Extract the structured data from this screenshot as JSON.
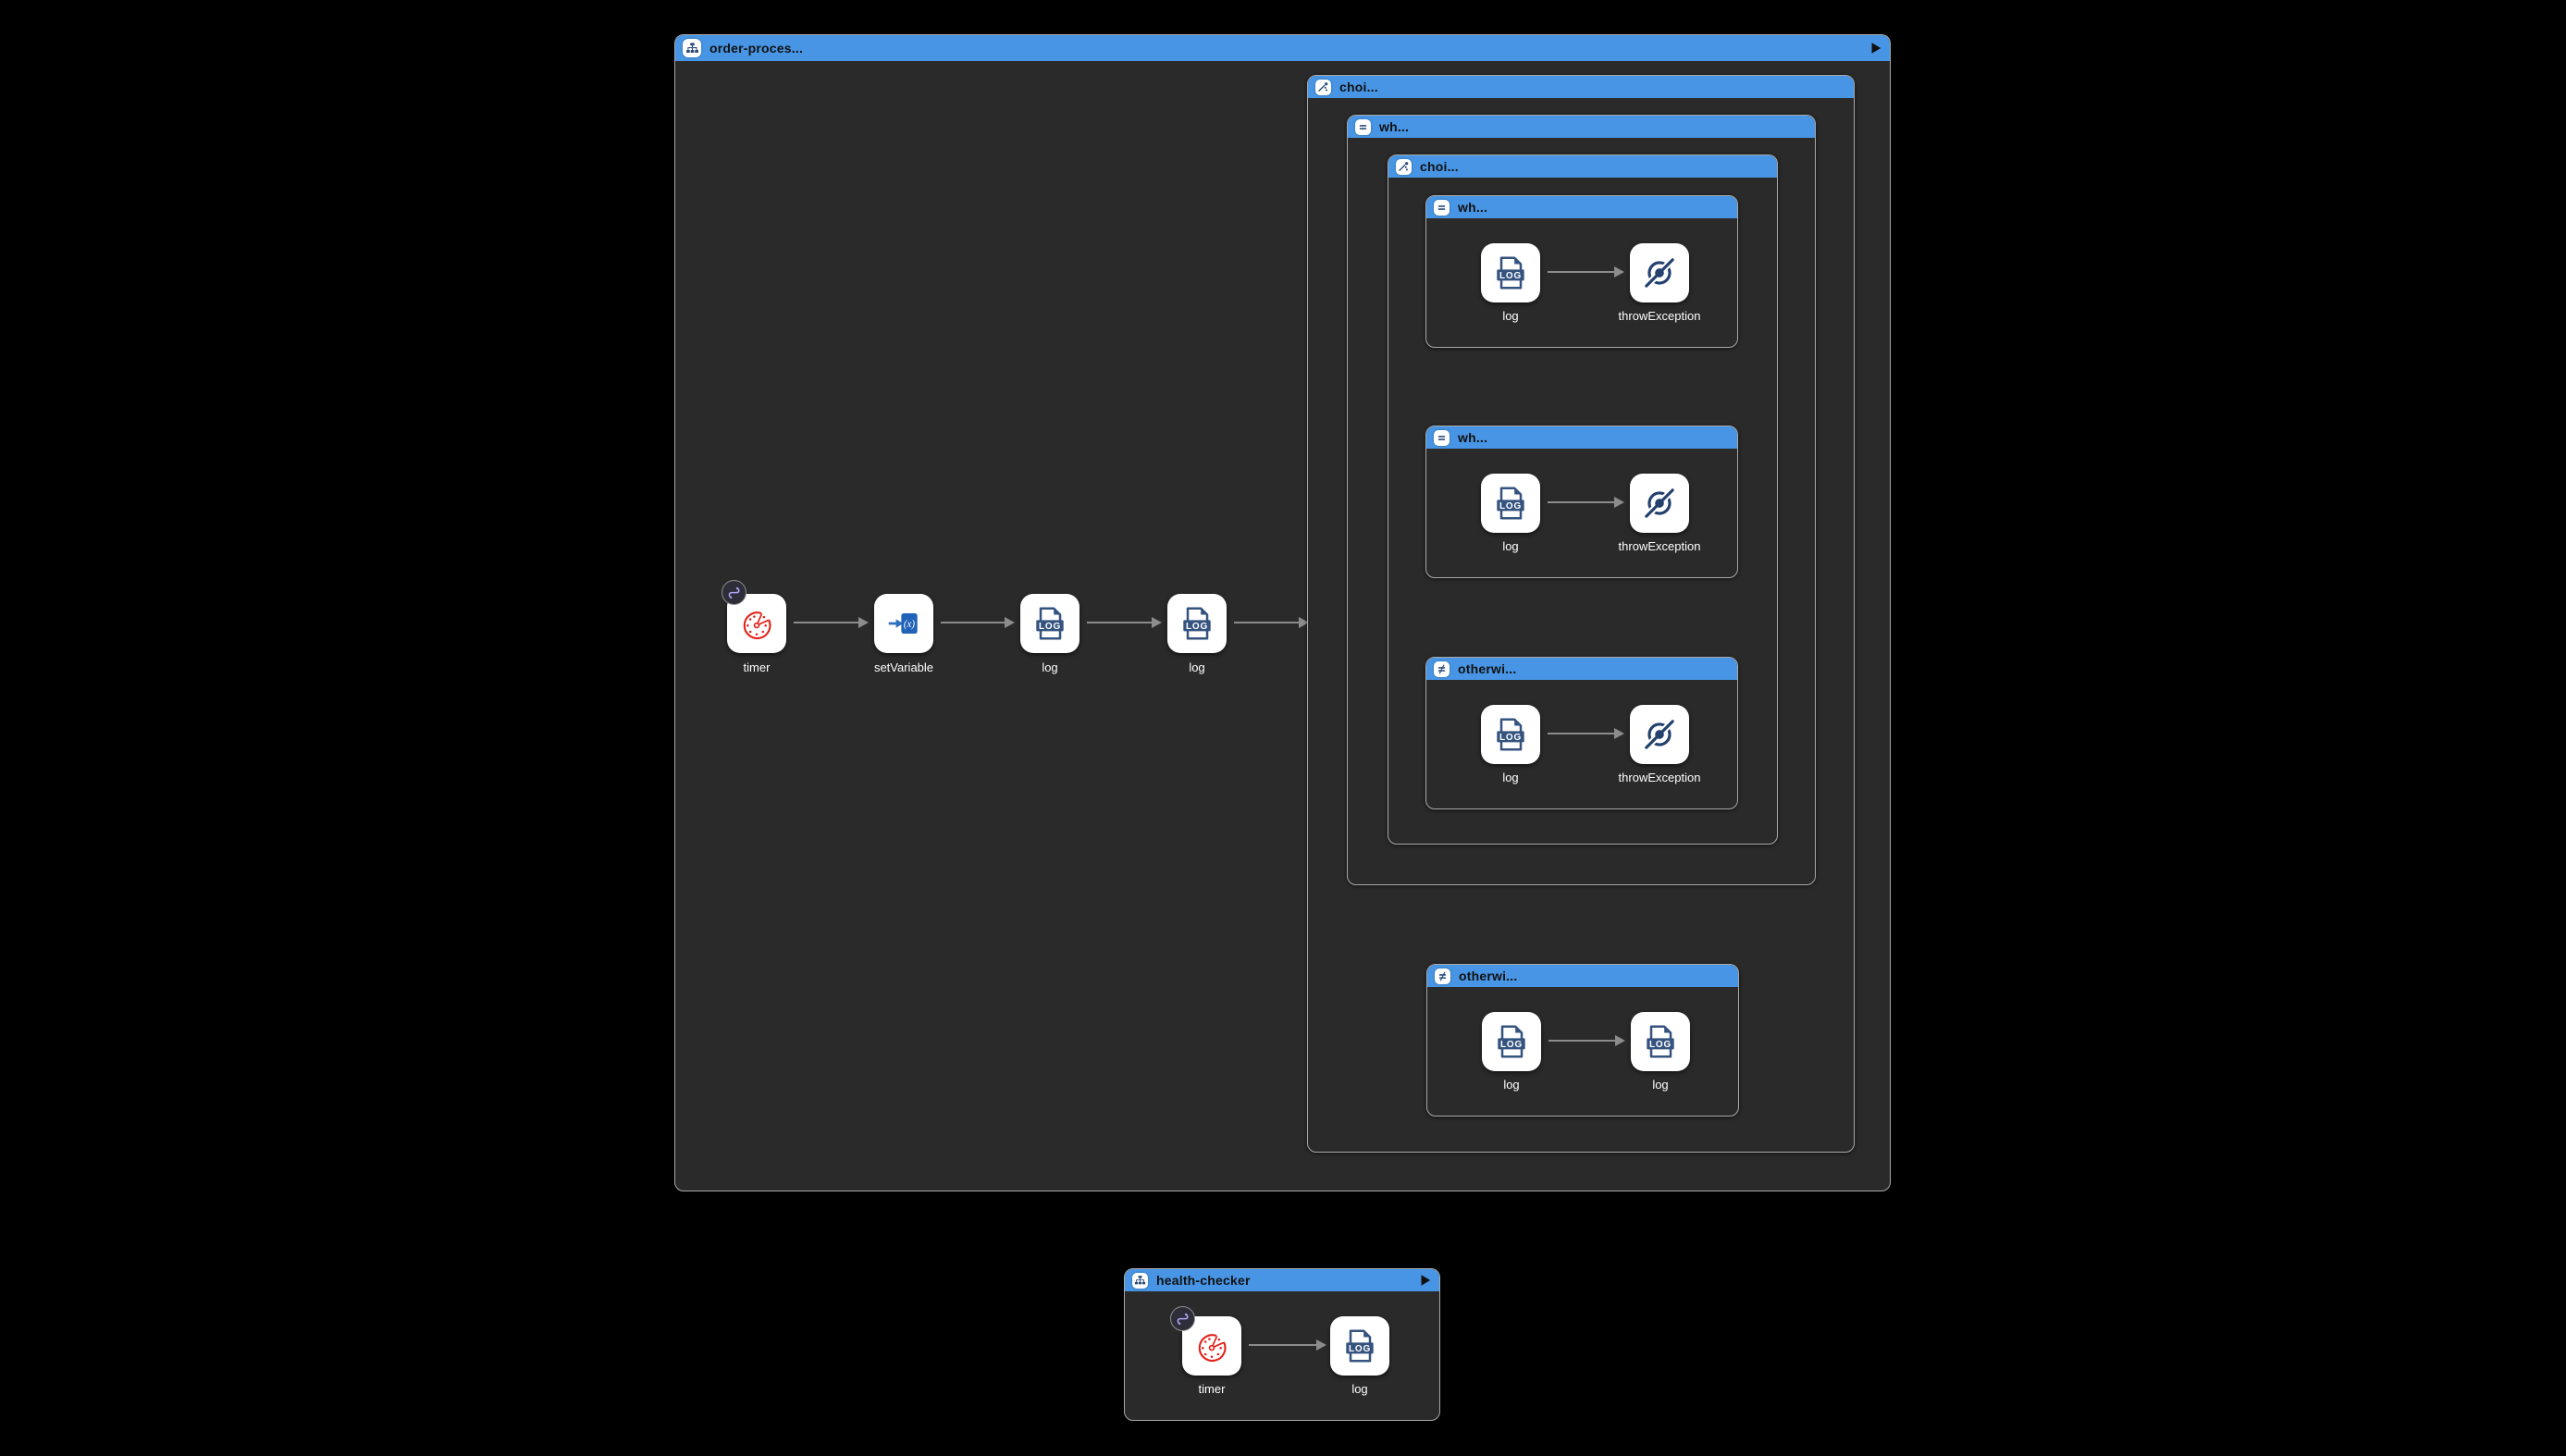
{
  "colors": {
    "canvas": "#000000",
    "header_blue": "#4795e4",
    "container_bg": "#2a2a2a",
    "container_border": "#a9a9a9",
    "header_text": "#111111",
    "node_bg": "#ffffff",
    "icon_navy": "#2e4d7b",
    "timer_red": "#e32119",
    "set_variable_blue": "#1f62b8",
    "badge_purple": "#b1a4f5",
    "arrow_gray": "#8c8c8c",
    "node_label_white": "#ffffff"
  },
  "icons": {
    "route": "sitemap-icon",
    "choice": "branch-icon",
    "when": "equals-icon",
    "otherwise": "not-equals-icon",
    "play": "play-icon",
    "log": "log-file-icon",
    "throwException": "no-entry-icon",
    "timer": "stopwatch-icon",
    "setVariable": "arrow-to-variable-icon",
    "badge": "route-squiggle-icon"
  },
  "order": {
    "title": "order-proces...",
    "nodes": {
      "timer": "timer",
      "setVariable": "setVariable",
      "log1": "log",
      "log2": "log"
    },
    "choice": {
      "title": "choi...",
      "when": {
        "title": "wh...",
        "choice": {
          "title": "choi...",
          "when1": {
            "title": "wh...",
            "log": "log",
            "throw": "throwException"
          },
          "when2": {
            "title": "wh...",
            "log": "log",
            "throw": "throwException"
          },
          "otherwise": {
            "title": "otherwi...",
            "log": "log",
            "throw": "throwException"
          }
        }
      },
      "otherwise": {
        "title": "otherwi...",
        "log1": "log",
        "log2": "log"
      }
    }
  },
  "health": {
    "title": "health-checker",
    "timer": "timer",
    "log": "log"
  }
}
